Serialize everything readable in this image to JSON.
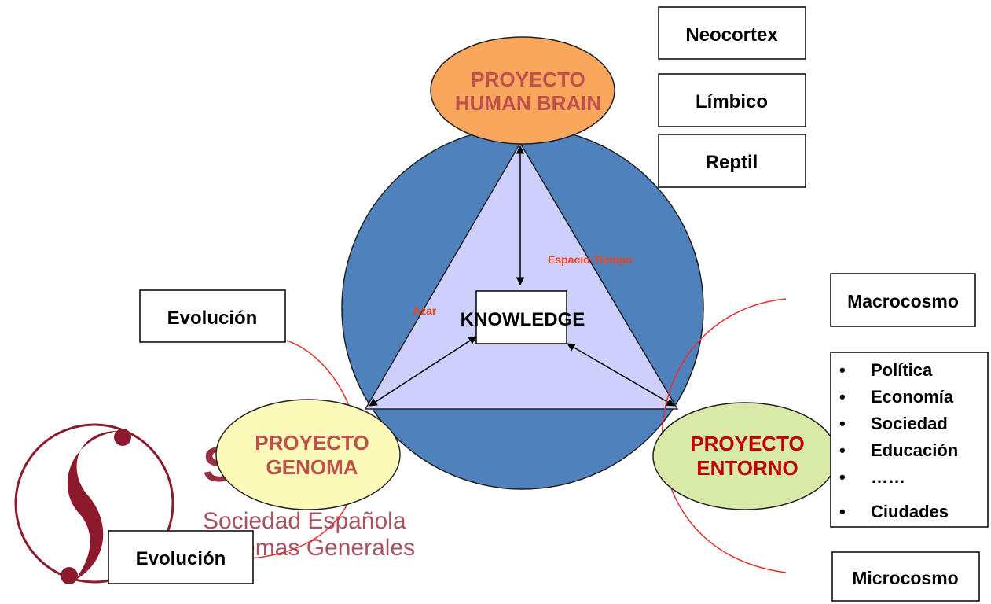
{
  "logo": {
    "text_letters": "SE",
    "line1": "Sociedad Española",
    "line2": "Sistemas Generales"
  },
  "brain_box": {
    "neocortex": "Neocortex",
    "limbico": "Límbico",
    "reptil": "Reptil"
  },
  "human_brain": {
    "line1": "PROYECTO",
    "line2": "HUMAN BRAIN"
  },
  "genoma": {
    "line1": "PROYECTO",
    "line2": "GENOMA"
  },
  "entorno": {
    "line1": "PROYECTO",
    "line2": "ENTORNO"
  },
  "center": {
    "knowledge": "KNOWLEDGE",
    "espacio_tiempo": "Espacio-Tiempo",
    "azar": "Azar"
  },
  "evolucion_top": "Evolución",
  "evolucion_bottom": "Evolución",
  "macrocosmo": "Macrocosmo",
  "microcosmo": "Microcosmo",
  "entorno_list": {
    "items": [
      "Política",
      "Economía",
      "Sociedad",
      "Educación",
      "……",
      "Ciudades"
    ],
    "bullet": "•"
  },
  "colors": {
    "circle": "#4f81bd",
    "triangle": "#cdd0fb",
    "human_brain_fill": "#f9a75c",
    "genoma_fill": "#fbfab9",
    "entorno_fill": "#d9e9a8",
    "project_text": "#c0504d",
    "entorno_text": "#c00000",
    "annotation_text": "#f0421c",
    "arc": "#e53030",
    "logo": "#8c1a2c"
  }
}
